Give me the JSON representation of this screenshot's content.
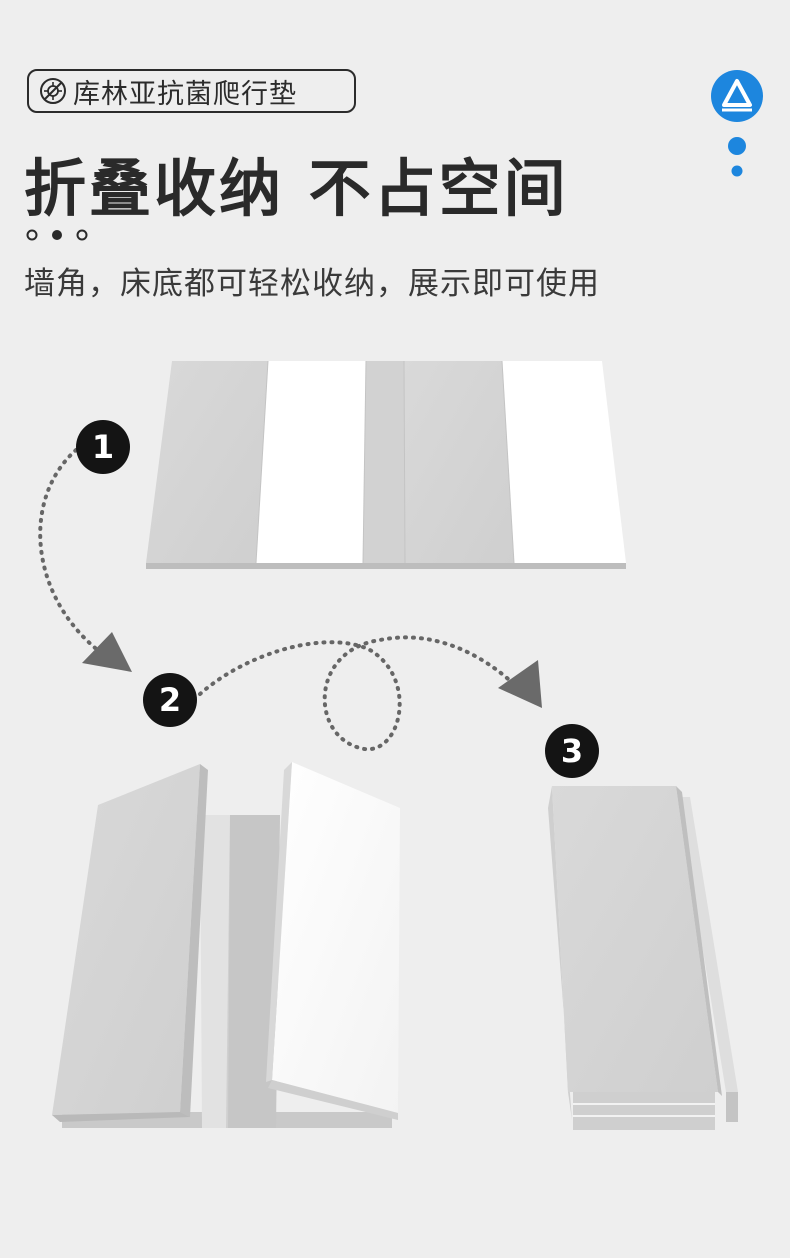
{
  "tag": {
    "text": "库林亚抗菌爬行垫",
    "icon": "antibacterial-icon"
  },
  "headline": "折叠收纳 不占空间",
  "subline": "墙角，床底都可轻松收纳，展示即可使用",
  "steps": [
    {
      "label": "1"
    },
    {
      "label": "2"
    },
    {
      "label": "3"
    }
  ],
  "colors": {
    "background": "#eeeeee",
    "text_dark": "#2a2a2a",
    "brand_blue": "#1d86de",
    "badge": "#141414",
    "mat_gray": "#d6d6d6",
    "mat_white": "#ffffff"
  }
}
